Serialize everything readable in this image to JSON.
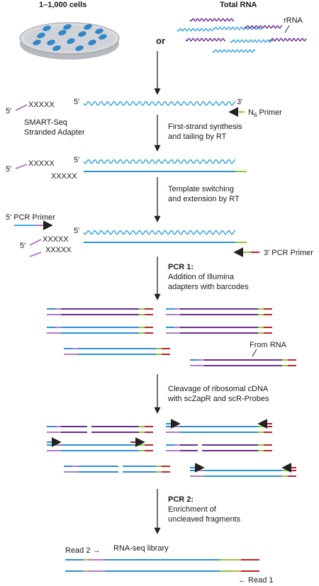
{
  "sources": {
    "cells_label": "1–1,000 cells",
    "total_rna_label": "Total RNA",
    "or_label": "or",
    "rrna_label": "rRNA"
  },
  "labels": {
    "five_prime": "5'",
    "three_prime": "3'",
    "xxxxx": "XXXXX",
    "n6_primer_N": "N",
    "n6_primer_sub": "6",
    "n6_primer_rest": " Primer",
    "adapter_line1": "SMART-Seq",
    "adapter_line2": "Stranded Adapter",
    "pcr5_primer": "5' PCR Primer",
    "pcr3_primer": "3' PCR Primer",
    "from_rna": "From RNA",
    "rnaseq_library": "RNA-seq library",
    "read2": "Read 2 →",
    "read1": "← Read 1"
  },
  "steps": [
    {
      "title": "",
      "lines": [
        "First-strand synthesis",
        "and tailing by RT"
      ]
    },
    {
      "title": "",
      "lines": [
        "Template switching",
        "and extension by RT"
      ]
    },
    {
      "title": "PCR 1:",
      "lines": [
        "Addition of Illumina",
        "adapters with barcodes"
      ]
    },
    {
      "title": "",
      "lines": [
        "Cleavage of ribosomal cDNA",
        "with scZapR and scR-Probes"
      ]
    },
    {
      "title": "PCR 2:",
      "lines": [
        "Enrichment of",
        "uncleaved fragments"
      ]
    }
  ],
  "colors": {
    "blue": "#2b8fd6",
    "wave": "#3aa5e0",
    "purple": "#6b2c91",
    "lilac": "#b07cc6",
    "green": "#8cc63f",
    "red": "#c0202a",
    "orange": "#e8a23a",
    "dish": "#c9ccd0",
    "cell": "#2f86c8",
    "arrow": "#222222"
  }
}
